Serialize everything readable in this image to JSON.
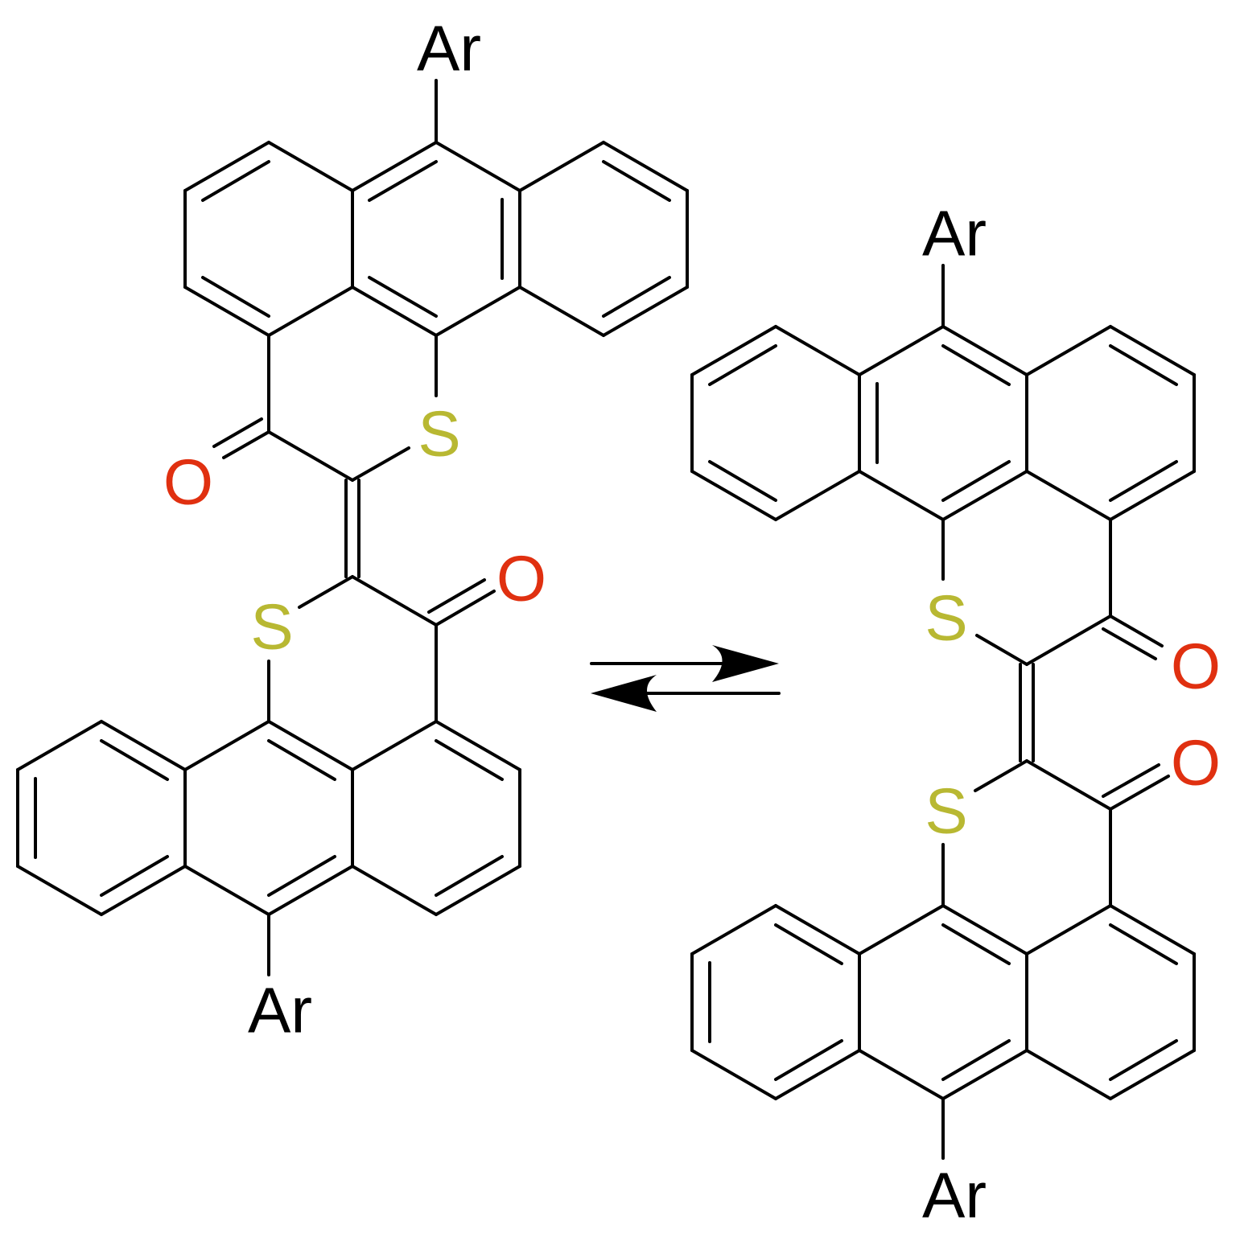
{
  "colors": {
    "bond": "#000000",
    "carbon_substituent": "#000000",
    "sulfur": "#b8b832",
    "oxygen": "#e03010"
  },
  "labels": {
    "aryl": "Ar",
    "sulfur": "S",
    "oxygen": "O"
  },
  "equilibrium": {
    "symbol": "equilibrium-arrows"
  }
}
